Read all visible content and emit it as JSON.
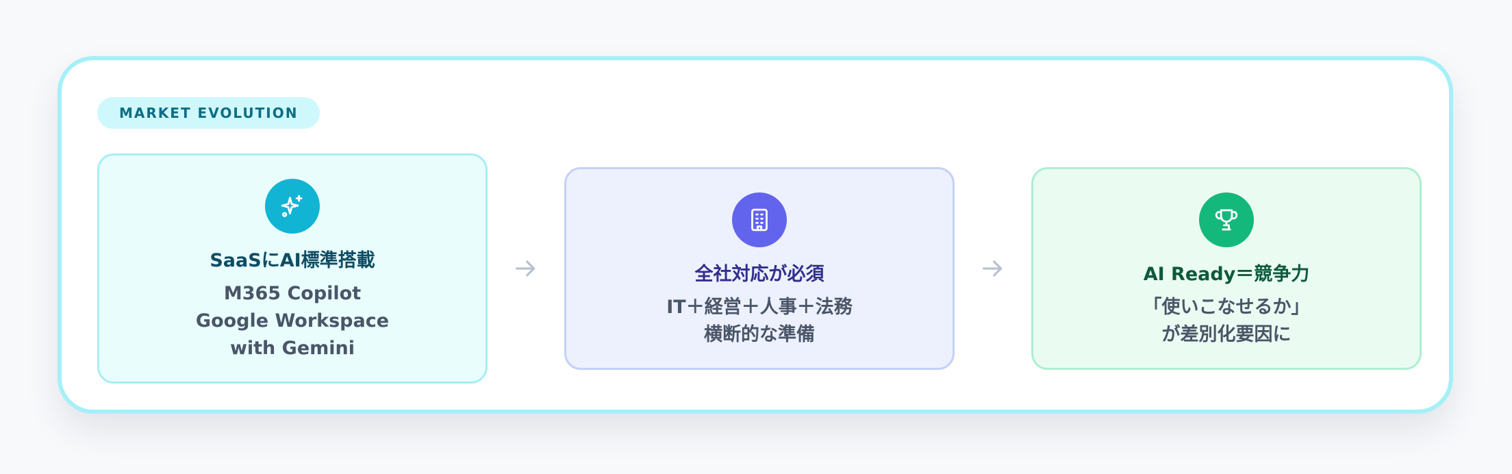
{
  "tag_label": "MARKET EVOLUTION",
  "colors": {
    "card_border": "#a5f0f8",
    "step1_accent": "#12b4d4",
    "step2_accent": "#6264ee",
    "step3_accent": "#14b87b",
    "arrow": "#b9c2d0"
  },
  "steps": [
    {
      "icon": "sparkles-icon",
      "title": "SaaSにAI標準搭載",
      "lines": [
        "M365 Copilot",
        "Google Workspace",
        "with Gemini"
      ]
    },
    {
      "icon": "building-icon",
      "title": "全社対応が必須",
      "lines": [
        "IT＋経営＋人事＋法務",
        "横断的な準備"
      ]
    },
    {
      "icon": "trophy-icon",
      "title": "AI Ready＝競争力",
      "lines": [
        "「使いこなせるか」",
        "が差別化要因に"
      ]
    }
  ],
  "arrows": [
    "arrow-right-icon",
    "arrow-right-icon"
  ]
}
